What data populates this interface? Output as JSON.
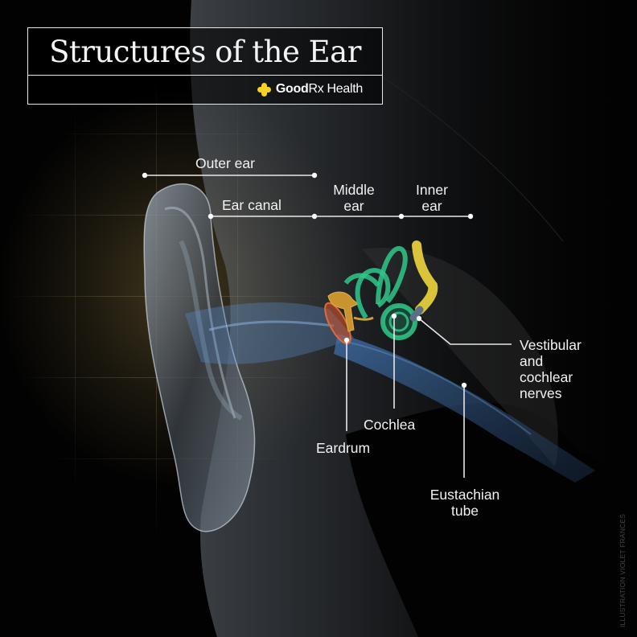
{
  "title": "Structures of the Ear",
  "brand": {
    "icon": "plus-cross-icon",
    "icon_color": "#f4d21f",
    "name_bold": "Good",
    "name_rest": "Rx Health"
  },
  "region_labels": {
    "outer_ear": "Outer ear",
    "ear_canal": "Ear canal",
    "middle_ear": [
      "Middle",
      "ear"
    ],
    "inner_ear": [
      "Inner",
      "ear"
    ]
  },
  "structure_labels": {
    "eardrum": "Eardrum",
    "cochlea": "Cochlea",
    "nerves": [
      "Vestibular",
      "and",
      "cochlear",
      "nerves"
    ],
    "eustachian_tube": [
      "Eustachian",
      "tube"
    ]
  },
  "credit": "ILLUSTRATION VIOLET FRANCES",
  "colors": {
    "background": "#020202",
    "text": "#f2f2f2",
    "cochlea_green": "#2fc88a",
    "nerve_yellow": "#d9c43a",
    "eardrum_orange": "#d8582e",
    "ossicle_gold": "#c8942e",
    "canal_blue": "#4a86c8"
  }
}
